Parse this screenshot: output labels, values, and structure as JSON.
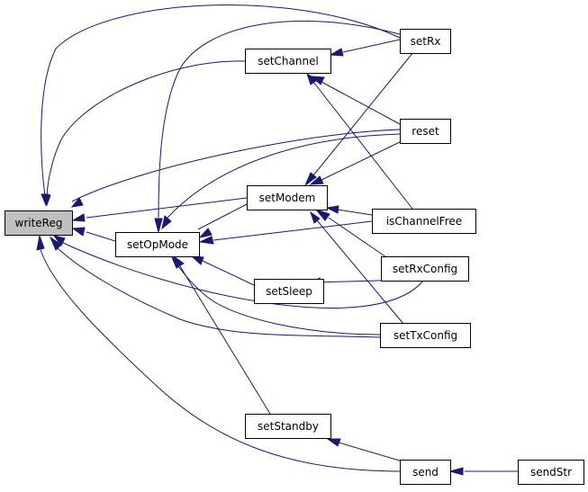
{
  "graph": {
    "nodes": {
      "writeReg": "writeReg",
      "setOpMode": "setOpMode",
      "setChannel": "setChannel",
      "setModem": "setModem",
      "setSleep": "setSleep",
      "setStandby": "setStandby",
      "setRx": "setRx",
      "reset": "reset",
      "isChannelFree": "isChannelFree",
      "setRxConfig": "setRxConfig",
      "setTxConfig": "setTxConfig",
      "send": "send",
      "sendStr": "sendStr"
    },
    "root": "writeReg",
    "edges": [
      {
        "from": "setRx",
        "to": "writeReg"
      },
      {
        "from": "setChannel",
        "to": "writeReg"
      },
      {
        "from": "reset",
        "to": "writeReg"
      },
      {
        "from": "setModem",
        "to": "writeReg"
      },
      {
        "from": "setOpMode",
        "to": "writeReg"
      },
      {
        "from": "setRxConfig",
        "to": "writeReg"
      },
      {
        "from": "setTxConfig",
        "to": "writeReg"
      },
      {
        "from": "send",
        "to": "writeReg"
      },
      {
        "from": "setRx",
        "to": "setOpMode"
      },
      {
        "from": "reset",
        "to": "setOpMode"
      },
      {
        "from": "setModem",
        "to": "setOpMode"
      },
      {
        "from": "isChannelFree",
        "to": "setOpMode"
      },
      {
        "from": "setSleep",
        "to": "setOpMode"
      },
      {
        "from": "setTxConfig",
        "to": "setOpMode"
      },
      {
        "from": "setStandby",
        "to": "setOpMode"
      },
      {
        "from": "setRx",
        "to": "setChannel"
      },
      {
        "from": "reset",
        "to": "setChannel"
      },
      {
        "from": "isChannelFree",
        "to": "setChannel"
      },
      {
        "from": "setRx",
        "to": "setModem"
      },
      {
        "from": "reset",
        "to": "setModem"
      },
      {
        "from": "isChannelFree",
        "to": "setModem"
      },
      {
        "from": "setRxConfig",
        "to": "setModem"
      },
      {
        "from": "setTxConfig",
        "to": "setModem"
      },
      {
        "from": "setRxConfig",
        "to": "setSleep"
      },
      {
        "from": "send",
        "to": "setStandby"
      },
      {
        "from": "sendStr",
        "to": "send"
      }
    ],
    "colors": {
      "edge": "#191970",
      "root_fill": "#bfbfbf",
      "node_fill": "#ffffff",
      "node_border": "#000000"
    }
  }
}
